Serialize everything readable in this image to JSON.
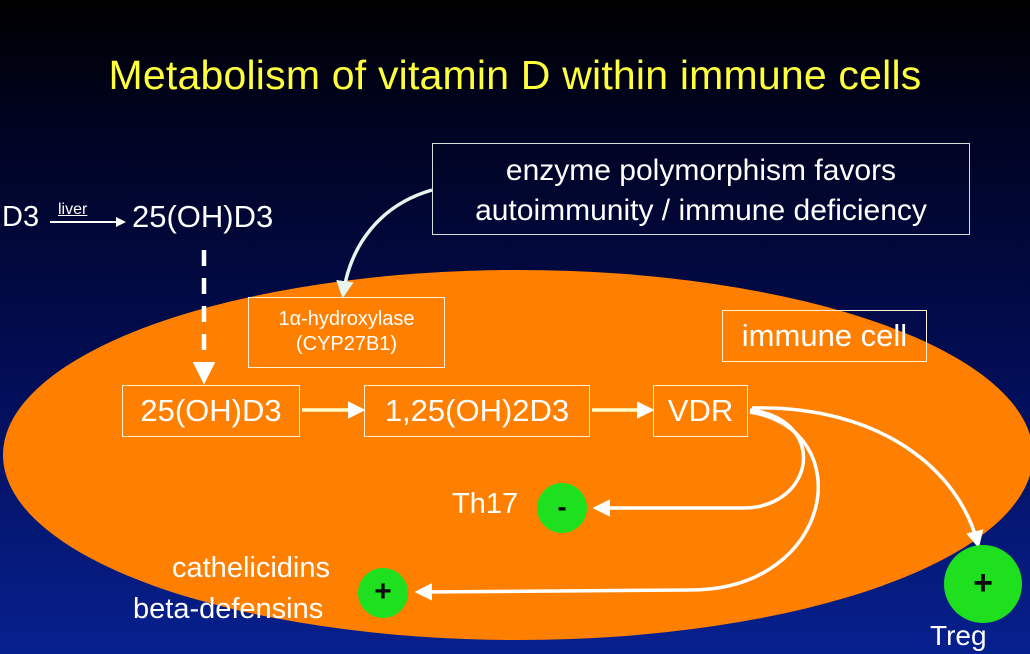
{
  "title": "Metabolism of vitamin D within immune cells",
  "callout": {
    "line1": "enzyme polymorphism favors",
    "line2": "autoimmunity / immune deficiency"
  },
  "liver_step": {
    "source": "D3",
    "arrow_label": "liver",
    "product": "25(OH)D3"
  },
  "enzyme": {
    "line1": "1α-hydroxylase",
    "line2": "(CYP27B1)"
  },
  "cell_label": "immune cell",
  "pathway": {
    "step1": "25(OH)D3",
    "step2": "1,25(OH)2D3",
    "step3": "VDR"
  },
  "effects": {
    "th17": {
      "label": "Th17",
      "sign": "-"
    },
    "antimicrobial": {
      "line1": "cathelicidins",
      "line2": "beta-defensins",
      "sign": "+"
    },
    "treg": {
      "label": "Treg",
      "sign": "+"
    }
  },
  "colors": {
    "title": "#ffff3c",
    "cell": "#ff8000",
    "badge": "#1fe01f",
    "text": "#ffffff"
  }
}
